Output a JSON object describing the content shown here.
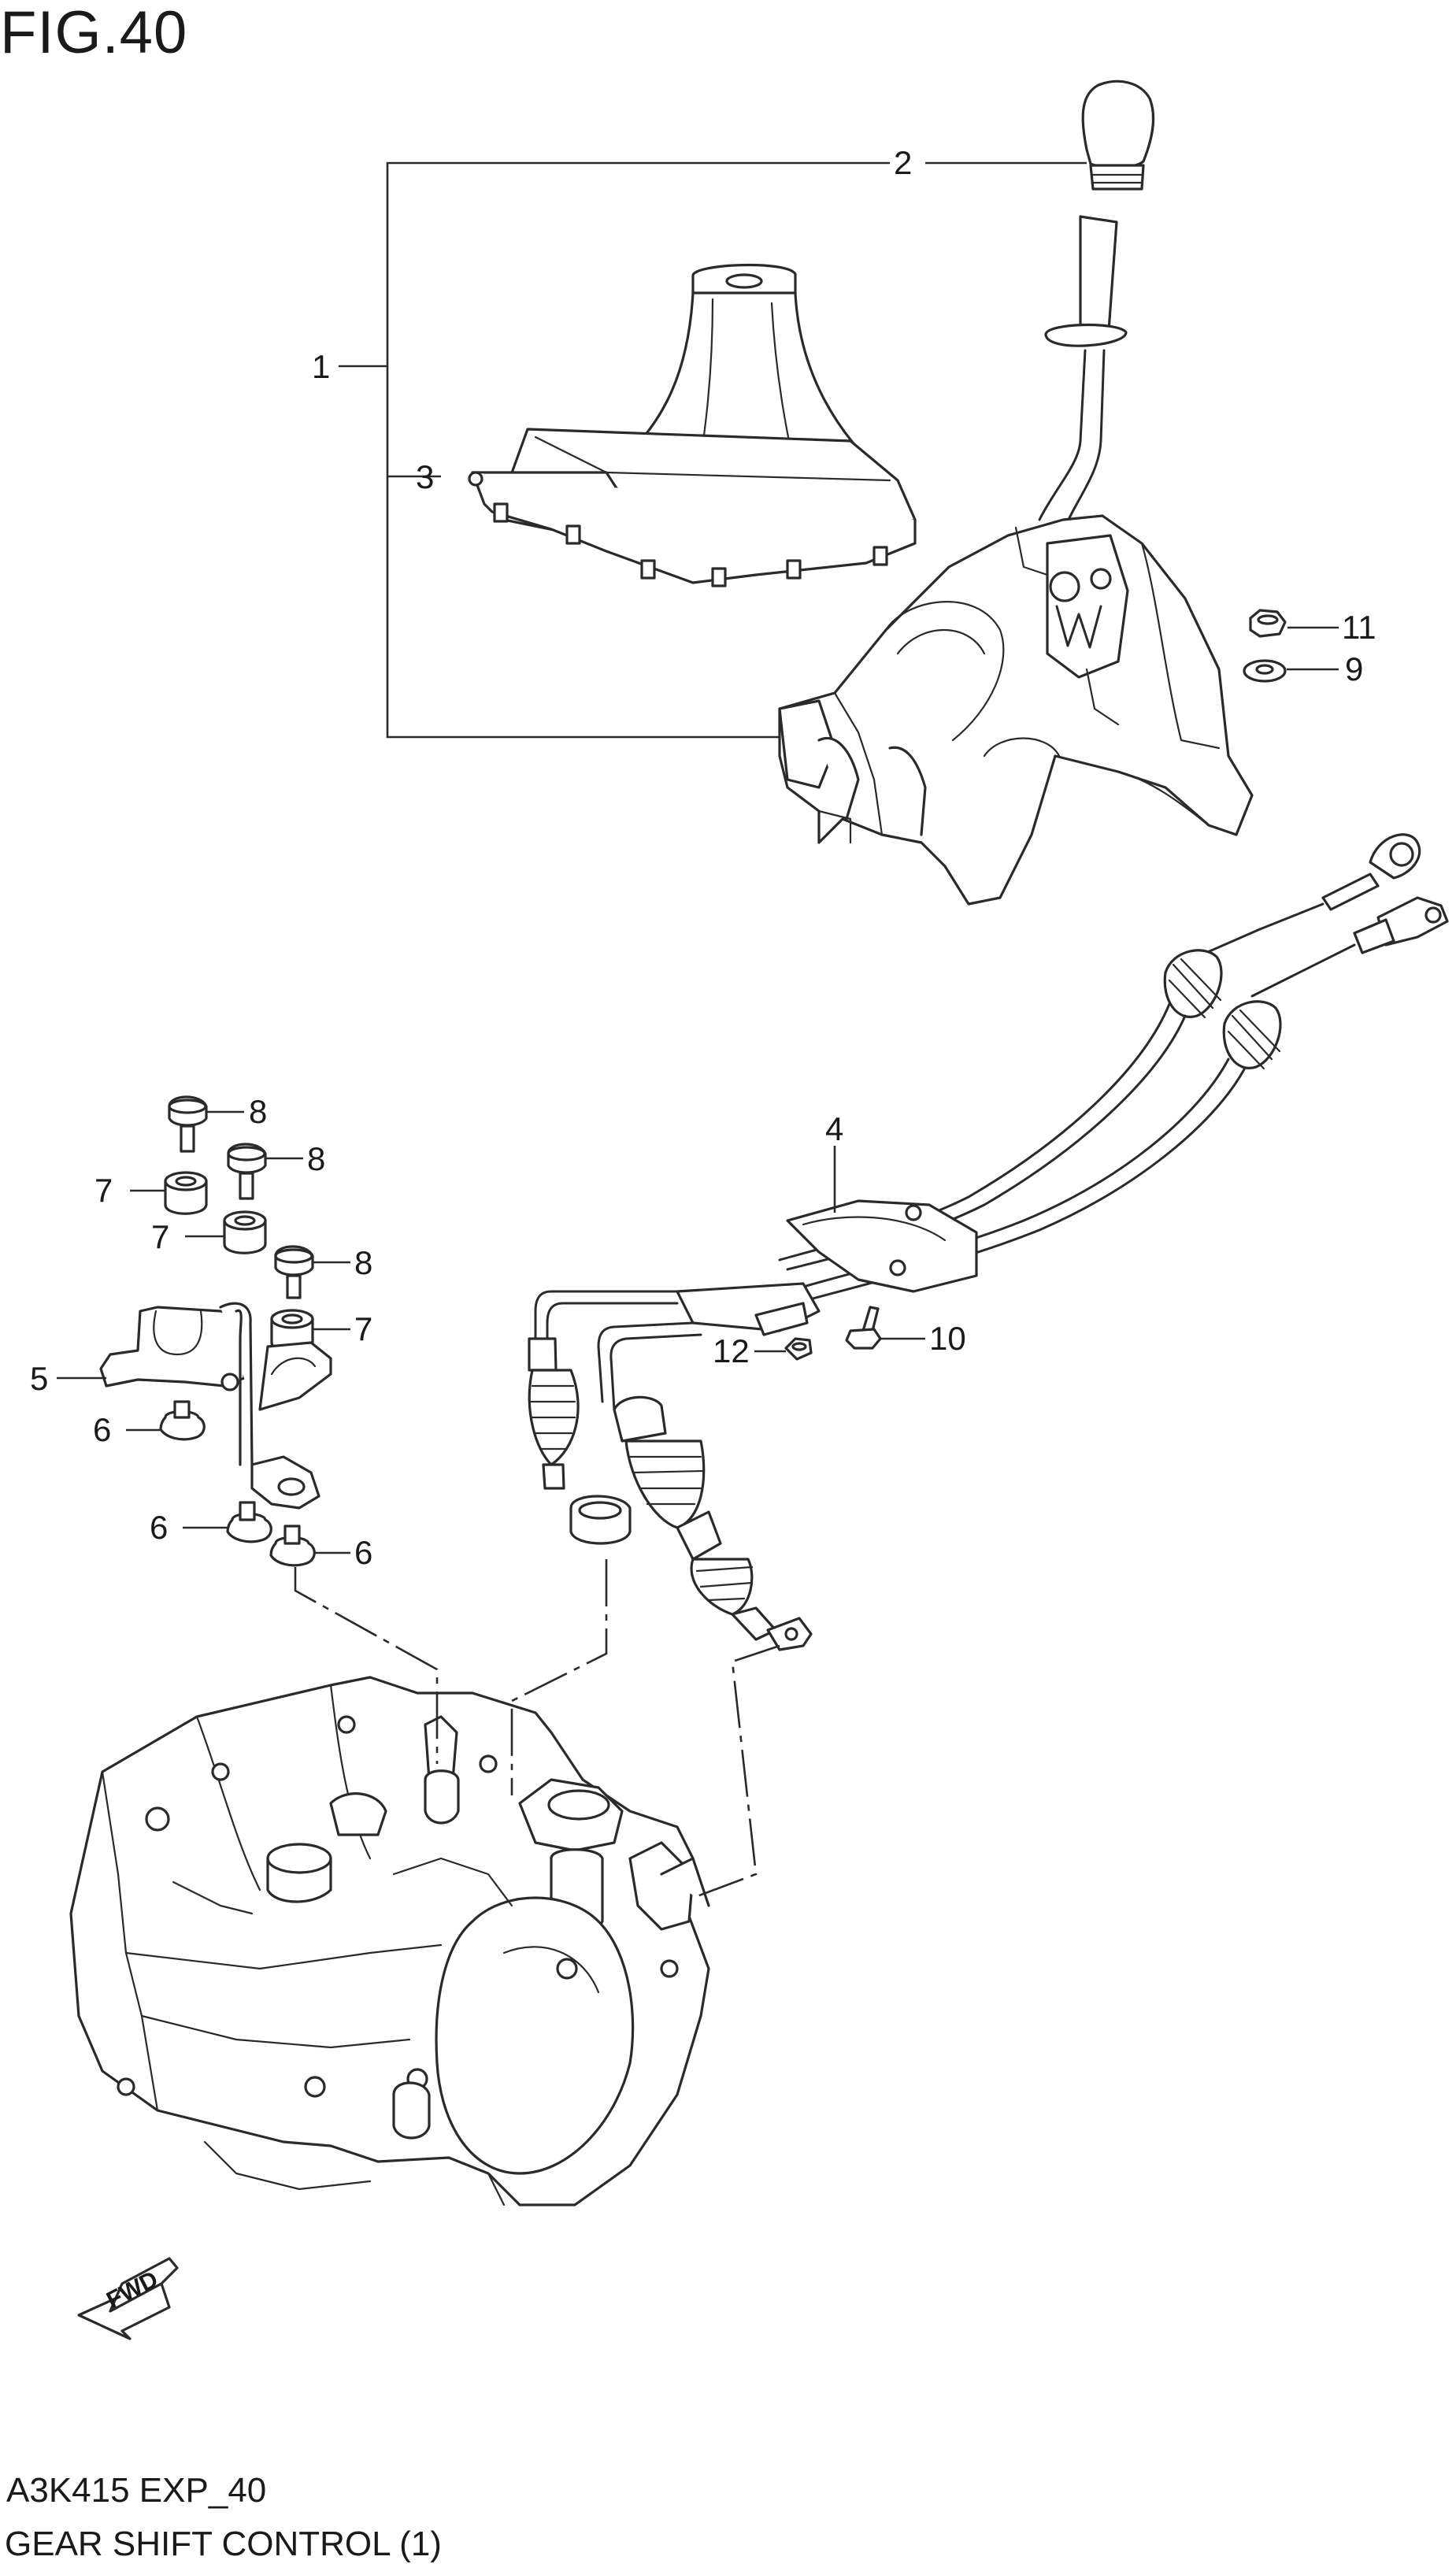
{
  "figure": {
    "title": "FIG.40"
  },
  "footer": {
    "model_code": "A3K415 EXP_40",
    "caption": "GEAR SHIFT CONTROL (1)"
  },
  "direction_marker": {
    "label": "FWD",
    "icon": "fwd-arrow-icon"
  },
  "callouts": [
    "1",
    "2",
    "3",
    "4",
    "5",
    "6",
    "6",
    "6",
    "7",
    "7",
    "7",
    "8",
    "8",
    "8",
    "9",
    "10",
    "11",
    "12"
  ]
}
